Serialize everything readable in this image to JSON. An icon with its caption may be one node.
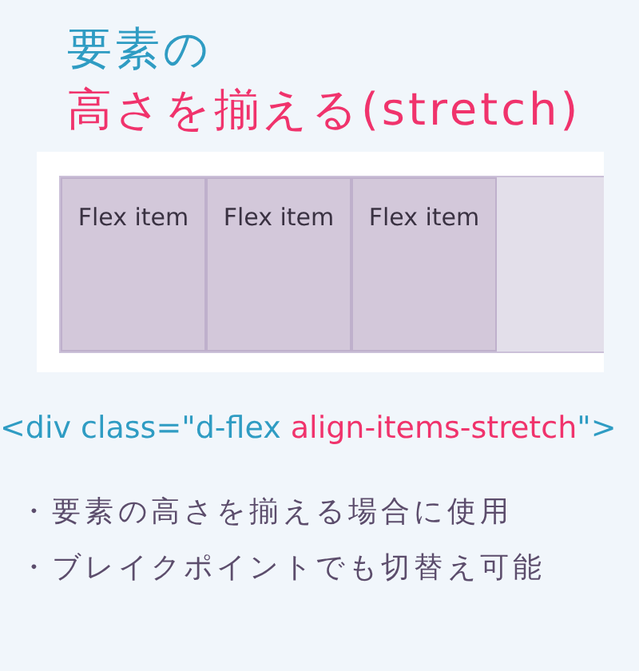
{
  "diagram": {
    "title": "要素の**高さを揃える(stretch)**",
    "nodes": [
      {
        "text": [],
        "shape": "box"
      },
      {
        "text": [
          "Flex item"
        ],
        "in": 0
      },
      {
        "text": [
          "Flex item"
        ],
        "in": 0
      },
      {
        "text": [
          "Flex item"
        ],
        "in": 0
      }
    ],
    "edges": [],
    "labels": [
      "<div class=\"d-flex **align-items-stretch**\">",
      "・要素の高さを揃える場合に使用",
      "・ブレイクポイントでも切替え可能"
    ]
  }
}
